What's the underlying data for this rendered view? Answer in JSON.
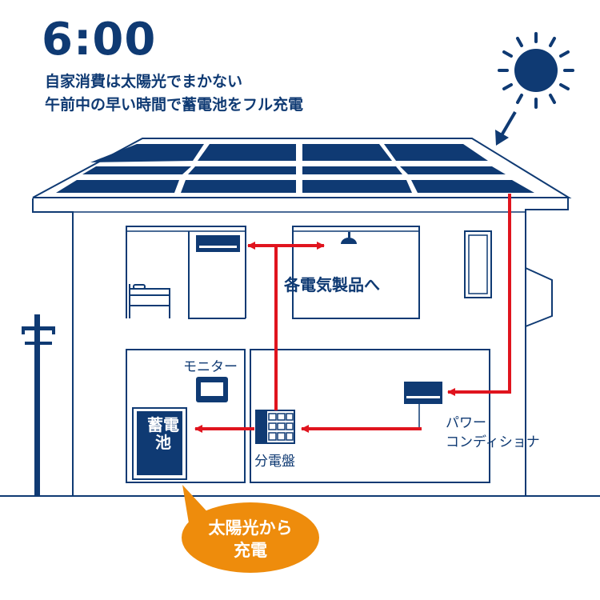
{
  "header": {
    "time": "6:00",
    "line1": "自家消費は太陽光でまかない",
    "line2": "午前中の早い時間で蓄電池をフル充電"
  },
  "labels": {
    "appliances": "各電気製品へ",
    "monitor": "モニター",
    "distribution_panel": "分電盤",
    "power_conditioner_line1": "パワー",
    "power_conditioner_line2": "コンディショナ",
    "battery": "蓄電池"
  },
  "callout": {
    "text_line1": "太陽光から",
    "text_line2": "充電"
  },
  "colors": {
    "navy": "#0f3a73",
    "flow_red": "#e0141e",
    "callout_orange": "#ee8c0c"
  },
  "icons": [
    "sun-icon",
    "utility-pole-icon",
    "bed-icon",
    "ceiling-lamp-icon",
    "air-conditioner-icon"
  ]
}
